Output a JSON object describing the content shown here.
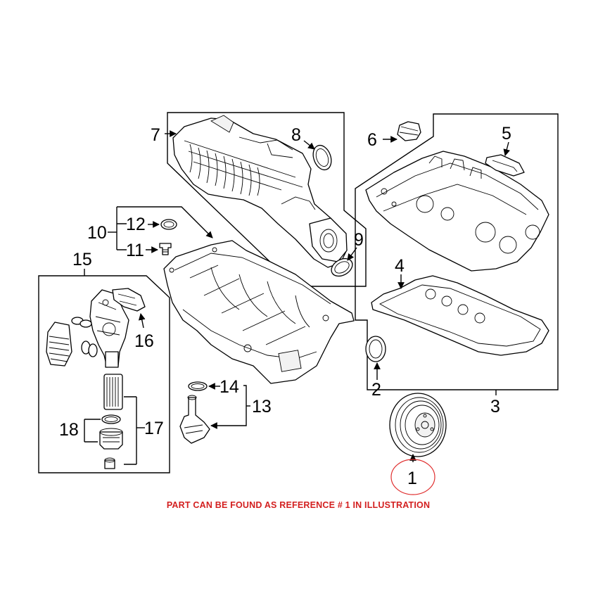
{
  "callouts": {
    "c1": "1",
    "c2": "2",
    "c3": "3",
    "c4": "4",
    "c5": "5",
    "c6": "6",
    "c7": "7",
    "c8": "8",
    "c9": "9",
    "c10": "10",
    "c11": "11",
    "c12": "12",
    "c13": "13",
    "c14": "14",
    "c15": "15",
    "c16": "16",
    "c17": "17",
    "c18": "18"
  },
  "note": "PART CAN BE FOUND AS REFERENCE # 1 IN ILLUSTRATION",
  "colors": {
    "note": "#d31f1f",
    "highlight_circle": "#e03030",
    "line": "#000000"
  }
}
